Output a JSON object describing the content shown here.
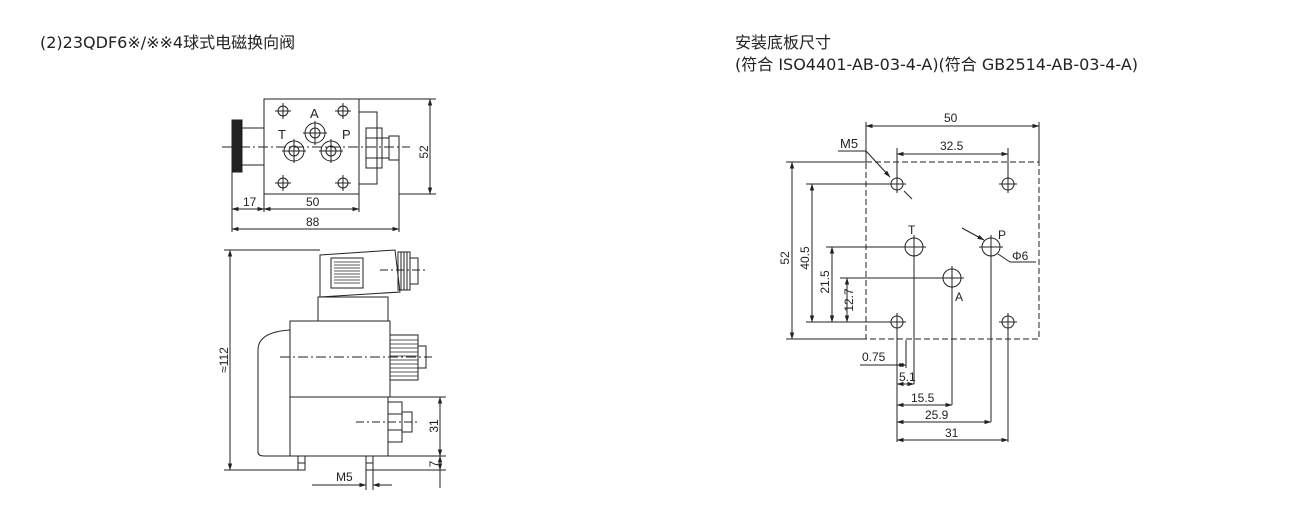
{
  "left_panel": {
    "title": "(2)23QDF6※/※※4球式电磁换向阀",
    "top_view": {
      "port_a": "A",
      "port_t": "T",
      "port_p": "P",
      "dim_height": "52",
      "dim_17": "17",
      "dim_50": "50",
      "dim_88": "88"
    },
    "front_view": {
      "dim_112": "≈112",
      "dim_31": "31",
      "dim_7": "7",
      "thread": "M5"
    }
  },
  "right_panel": {
    "title": "安装底板尺寸",
    "subtitle": "(符合 ISO4401-AB-03-4-A)(符合 GB2514-AB-03-4-A)",
    "labels": {
      "thread": "M5",
      "port_t": "T",
      "port_p": "P",
      "port_a": "A",
      "diameter": "Φ6"
    },
    "dims": {
      "width_50": "50",
      "width_32_5": "32.5",
      "height_52": "52",
      "height_40_5": "40.5",
      "height_21_5": "21.5",
      "height_12_7": "12.7",
      "x_0_75": "0.75",
      "x_5_1": "5.1",
      "x_15_5": "15.5",
      "x_25_9": "25.9",
      "x_31": "31"
    }
  }
}
